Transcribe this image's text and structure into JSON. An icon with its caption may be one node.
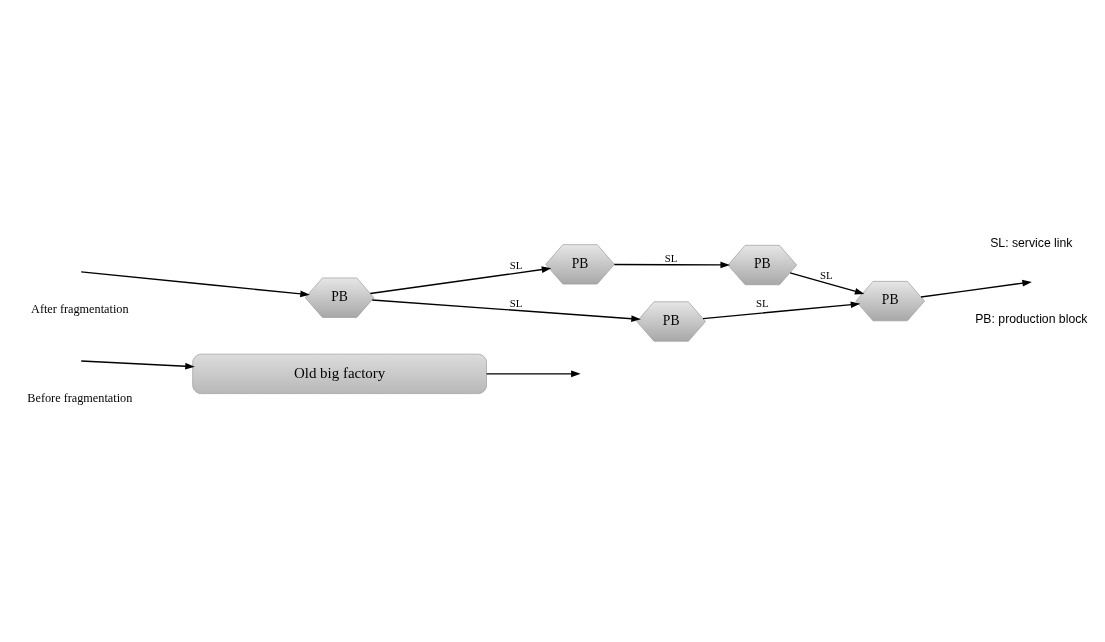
{
  "diagram": {
    "nodes": [
      {
        "text": [
          "Old big factory"
        ]
      },
      {
        "text": [
          "PB"
        ]
      },
      {
        "text": [
          "PB"
        ]
      },
      {
        "text": [
          "PB"
        ]
      },
      {
        "text": [
          "PB"
        ]
      },
      {
        "text": [
          "PB"
        ]
      }
    ],
    "edges": [
      {
        "from": null,
        "to": 0,
        "arrow": "to"
      },
      {
        "from": 0,
        "to": null,
        "arrow": "to"
      },
      {
        "from": null,
        "to": 1,
        "arrow": "to"
      },
      {
        "from": 1,
        "to": 2,
        "arrow": "to",
        "label": "SL"
      },
      {
        "from": 2,
        "to": 3,
        "arrow": "to",
        "label": "SL"
      },
      {
        "from": 3,
        "to": 5,
        "arrow": "to",
        "label": "SL"
      },
      {
        "from": 1,
        "to": 4,
        "arrow": "to",
        "label": "SL"
      },
      {
        "from": 4,
        "to": 5,
        "arrow": "to",
        "label": "SL"
      },
      {
        "from": 5,
        "to": null,
        "arrow": "to"
      }
    ],
    "labels": [
      "Before fragmentation",
      "After fragmentation",
      "PB: production block",
      "SL: service link"
    ]
  }
}
